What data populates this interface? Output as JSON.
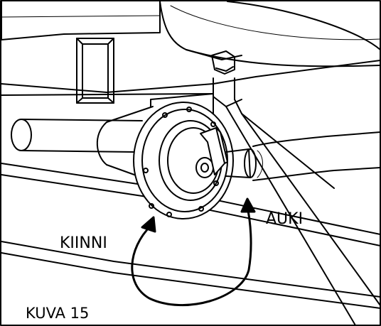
{
  "labels": {
    "open": "AUKI",
    "closed": "KIINNI",
    "caption": "KUVA 15"
  },
  "colors": {
    "line": "#000000",
    "background": "#ffffff"
  }
}
